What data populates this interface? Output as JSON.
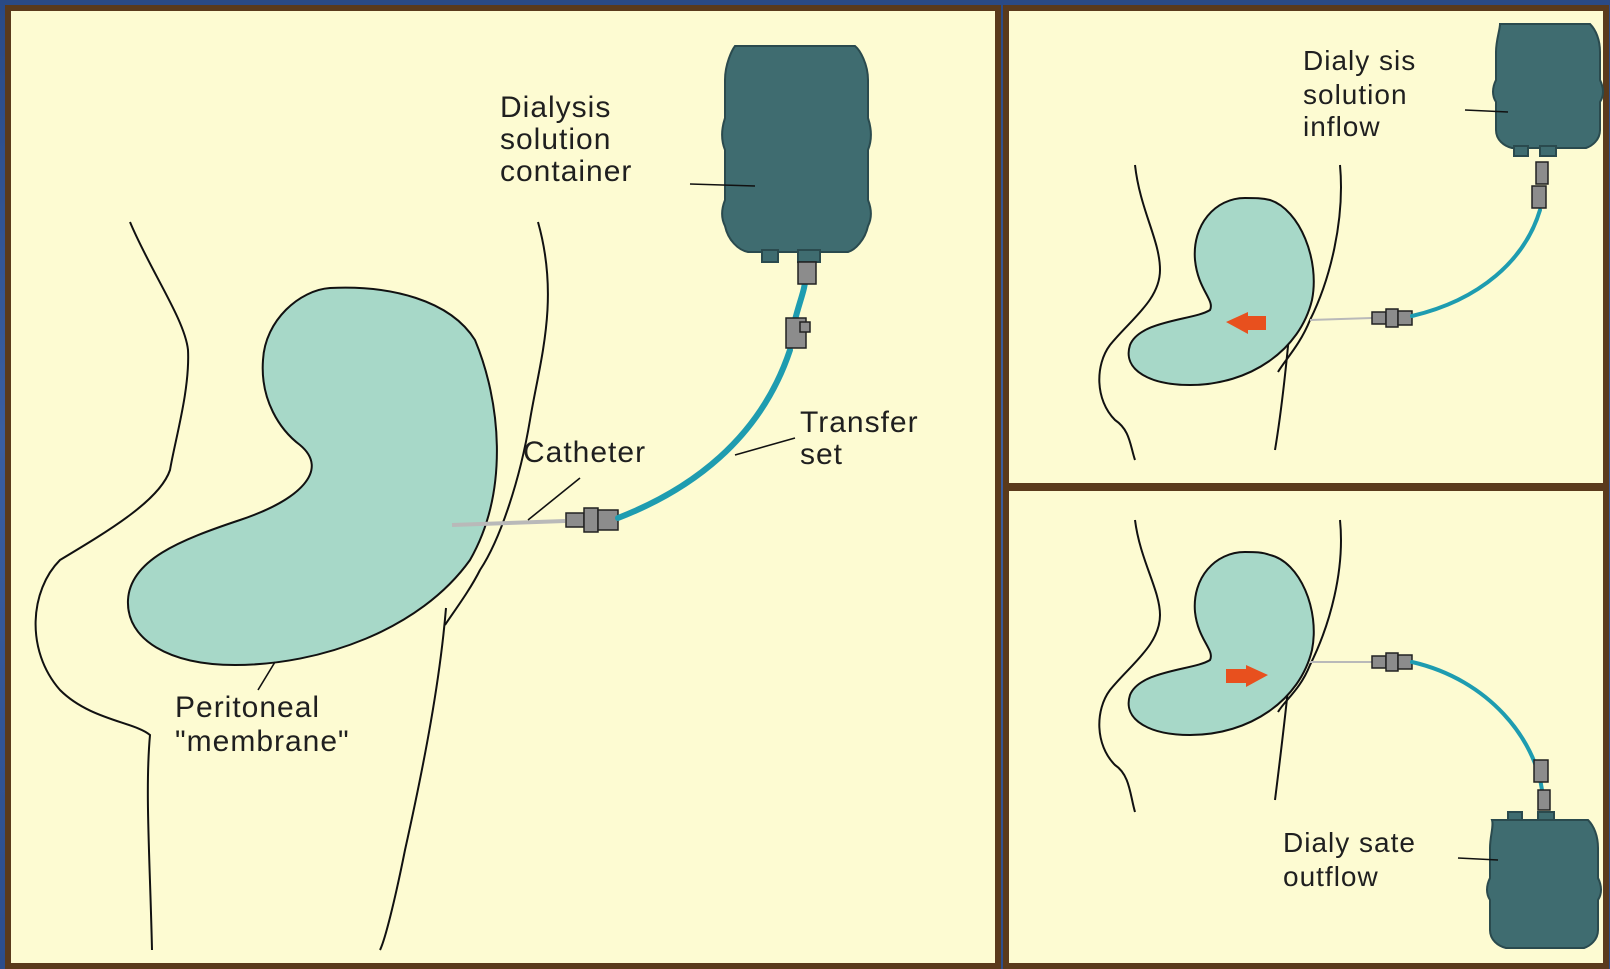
{
  "main_panel": {
    "container_label": [
      "Dialysis",
      "solution",
      "container"
    ],
    "catheter_label": "Catheter",
    "transfer_label": [
      "Transfer",
      "set"
    ],
    "membrane_label": [
      "Peritoneal",
      "\"membrane\""
    ]
  },
  "inflow_panel": {
    "label": [
      "Dialy sis",
      "solution",
      "inflow"
    ]
  },
  "outflow_panel": {
    "label": [
      "Dialy sate",
      "outflow"
    ]
  },
  "colors": {
    "panel_background": "#fdfbd2",
    "panel_border": "#5a3a1c",
    "slide_background": "#2f5294",
    "solution_bag": "#3f6c70",
    "peritoneal_cavity": "#a7d8c8",
    "tubing": "#1e9cb0",
    "flow_arrow": "#e8501e"
  }
}
